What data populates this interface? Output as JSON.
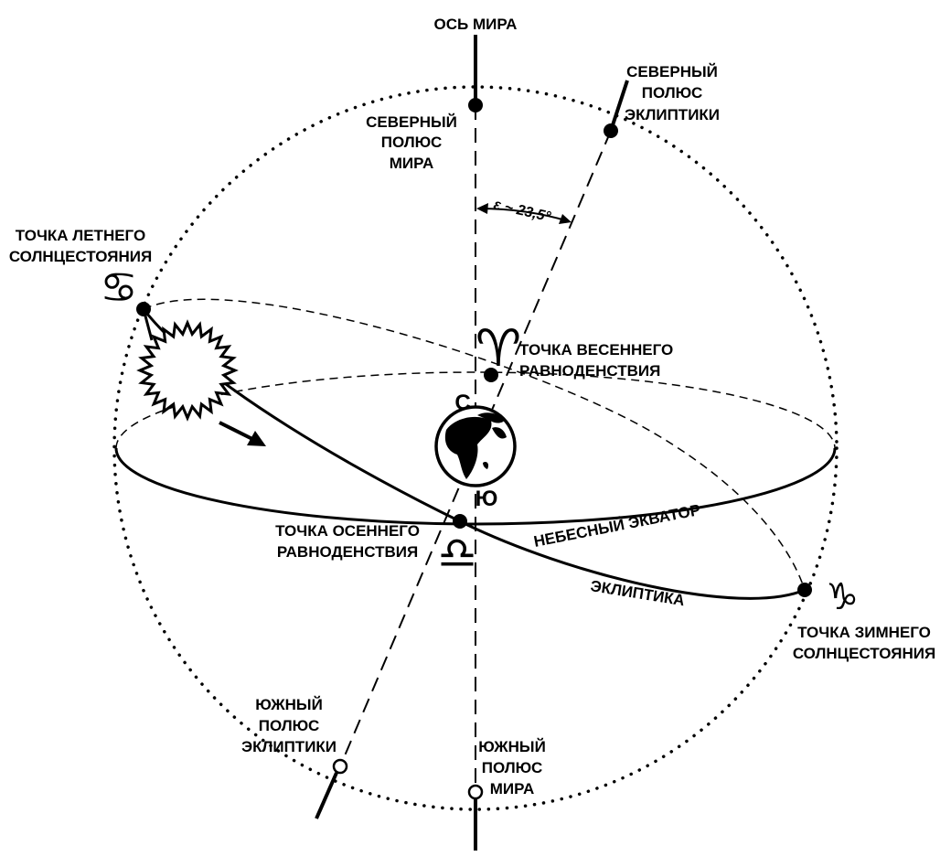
{
  "labels": {
    "axis": "ОСЬ МИРА",
    "north_celestial_pole": [
      "СЕВЕРНЫЙ",
      "ПОЛЮС",
      "МИРА"
    ],
    "north_ecliptic_pole": [
      "СЕВЕРНЫЙ",
      "ПОЛЮС",
      "ЭКЛИПТИКИ"
    ],
    "obliquity": "ε ~ 23,5°",
    "summer_solstice": [
      "ТОЧКА ЛЕТНЕГО",
      "СОЛНЦЕСТОЯНИЯ"
    ],
    "vernal_equinox": [
      "ТОЧКА ВЕСЕННЕГО",
      "РАВНОДЕНСТВИЯ"
    ],
    "north_mark": "С",
    "south_mark": "Ю",
    "autumn_equinox": [
      "ТОЧКА ОСЕННЕГО",
      "РАВНОДЕНСТВИЯ"
    ],
    "celestial_equator": "НЕБЕСНЫЙ  ЭКВАТОР",
    "ecliptic": "ЭКЛИПТИКА",
    "winter_solstice": [
      "ТОЧКА ЗИМНЕГО",
      "СОЛНЦЕСТОЯНИЯ"
    ],
    "south_ecliptic_pole": [
      "ЮЖНЫЙ",
      "ПОЛЮС",
      "ЭКЛИПТИКИ"
    ],
    "south_celestial_pole": [
      "ЮЖНЫЙ",
      "ПОЛЮС",
      "МИРА"
    ]
  },
  "zodiac": {
    "cancer": "♋",
    "aries": "♈",
    "libra": "♎",
    "capricorn": "♑"
  }
}
